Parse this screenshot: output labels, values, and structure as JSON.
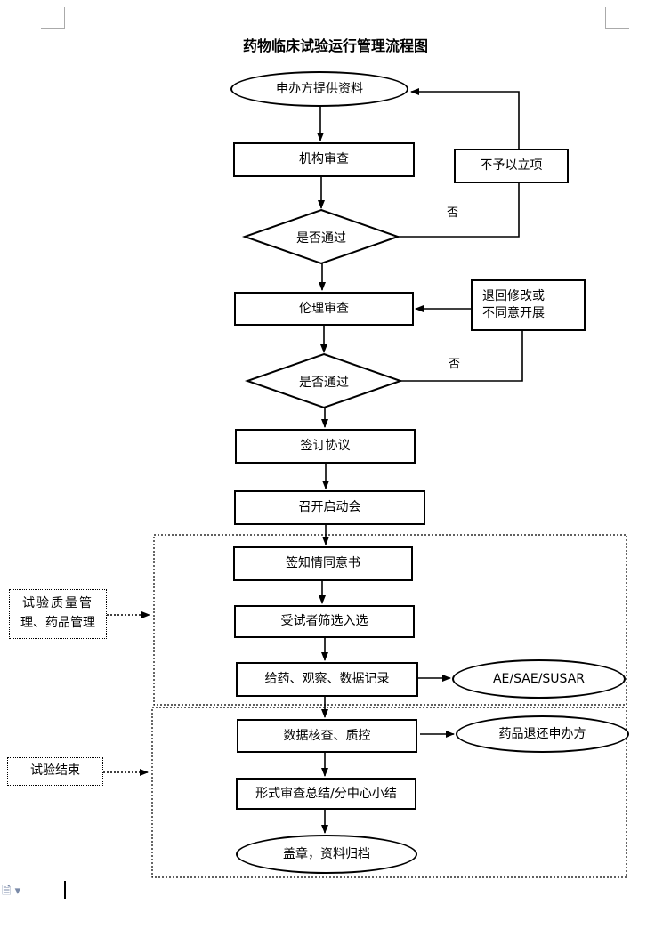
{
  "title": "药物临床试验运行管理流程图",
  "nodes": {
    "sponsor": "申办方提供资料",
    "institution_review": "机构审查",
    "decision1": "是否通过",
    "not_approved": "不予以立项",
    "ethics_review": "伦理审查",
    "revise_line1": "退回修改或",
    "revise_line2": "不同意开展",
    "decision2": "是否通过",
    "sign_agreement": "签订协议",
    "kickoff": "召开启动会",
    "informed_consent": "签知情同意书",
    "screening": "受试者筛选入选",
    "dosing": "给药、观察、数据记录",
    "ae": "AE/SAE/SUSAR",
    "data_check": "数据核查、质控",
    "drug_return": "药品退还申办方",
    "summary": "形式审查总结/分中心小结",
    "archive": "盖章，资料归档"
  },
  "side_notes": {
    "qa_line1": "试验质量管",
    "qa_line2": "理、药品管理",
    "end": "试验结束"
  },
  "branch_labels": {
    "no1": "否",
    "no2": "否"
  }
}
